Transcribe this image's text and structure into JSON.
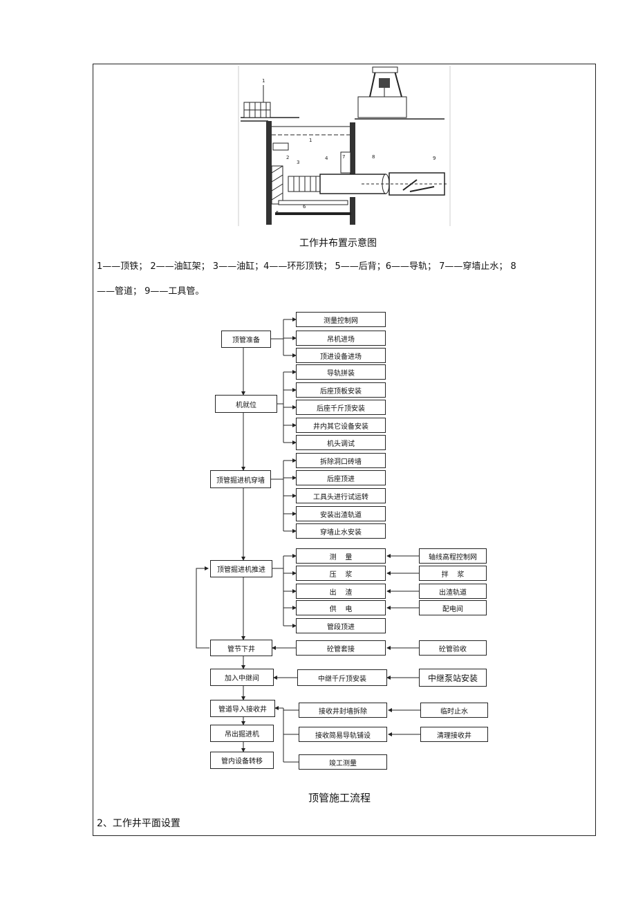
{
  "diagram": {
    "caption": "工作井布置示意图",
    "callouts": [
      "1",
      "1",
      "2",
      "3",
      "4",
      "5",
      "6",
      "7",
      "8",
      "9"
    ]
  },
  "legend": {
    "line1": "1——顶铁；  2——油缸架；  3——油缸；4——环形顶铁；    5——后背；6——导轨；  7——穿墙止水；   8",
    "line2": "——管道；  9——工具管。"
  },
  "flow": {
    "caption": "顶管施工流程",
    "main": [
      "顶管准备",
      "机就位",
      "顶管掘进机穿墙",
      "顶管掘进机推进",
      "管节下井",
      "加入中继间",
      "管道导入接收井",
      "吊出掘进机",
      "管内设备转移"
    ],
    "group1": [
      "测量控制网",
      "吊机进场",
      "顶进设备进场"
    ],
    "group2": [
      "导轨拼装",
      "后座顶板安装",
      "后座千斤顶安装",
      "井内其它设备安装",
      "机头调试"
    ],
    "group3": [
      "拆除洞口砖墙",
      "后座顶进",
      "工具头进行试运转",
      "安装出渣轨道",
      "穿墙止水安装"
    ],
    "group4": [
      "测    量",
      "压    浆",
      "出    渣",
      "供    电",
      "管段顶进"
    ],
    "group4_right": [
      "轴线高程控制网",
      "拌    浆",
      "出渣轨道",
      "配电间"
    ],
    "row_xiajing": [
      "砼管套接",
      "砼管验收"
    ],
    "row_zhongji": [
      "中继千斤顶安装",
      "中继泵站安装"
    ],
    "row_jieshou": [
      "接收井封墙拆除",
      "临时止水"
    ],
    "row_daogui": [
      "接收简易导轨铺设",
      "清理接收井"
    ],
    "row_jungong": [
      "竣工测量"
    ]
  },
  "section": {
    "heading": "2、工作井平面设置"
  }
}
